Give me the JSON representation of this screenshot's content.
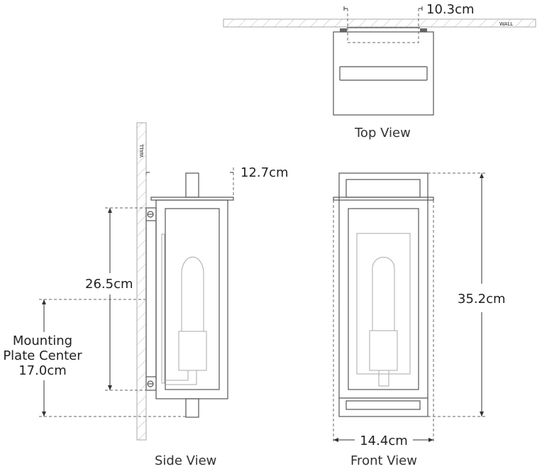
{
  "top_view": {
    "title": "Top View",
    "wall_label": "WALL",
    "dimension": "10.3cm"
  },
  "side_view": {
    "title": "Side View",
    "wall_label": "WALL",
    "extension": "12.7cm",
    "plate_height": "26.5cm",
    "mounting_label_line1": "Mounting",
    "mounting_label_line2": "Plate Center",
    "mounting_value": "17.0cm"
  },
  "front_view": {
    "title": "Front View",
    "height": "35.2cm",
    "width": "14.4cm"
  }
}
